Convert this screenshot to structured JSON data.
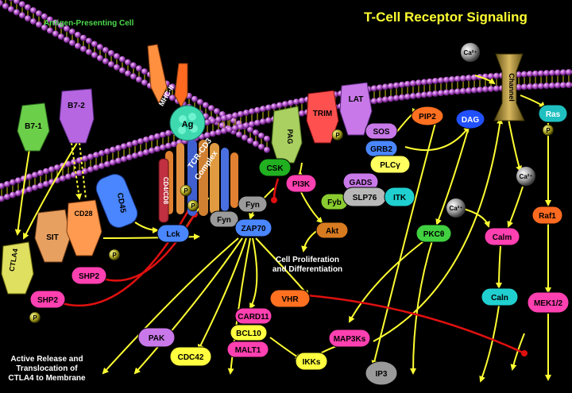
{
  "title": "T-Cell Receptor Signaling",
  "apc_label": "Antigen-Presenting Cell",
  "notes": {
    "proliferation": [
      "Cell Proliferation",
      "and Differentiation"
    ],
    "ctla4_release": [
      "Active Release and",
      "Translocation of",
      "CTLA4  to Membrane"
    ]
  },
  "receptors": {
    "b71": "B7-1",
    "b72": "B7-2",
    "ctla4": "CTLA4",
    "sit": "SIT",
    "cd28": "CD28",
    "cd45": "CD45",
    "mhc": "MHC-II",
    "ag": "Ag",
    "tcr": "TCR-CD3",
    "tcr2": "Complex",
    "cd4": "CD4/CD8",
    "pag": "PAG",
    "trim": "TRIM",
    "lat": "LAT",
    "channel": "Channel"
  },
  "nodes": {
    "shp2_a": "SHP2",
    "shp2_b": "SHP2",
    "lck": "Lck",
    "fyn_a": "Fyn",
    "fyn_b": "Fyn",
    "zap70": "ZAP70",
    "csk": "CSK",
    "pi3k": "PI3K",
    "akt": "Akt",
    "sos": "SOS",
    "grb2": "GRB2",
    "plcg": "PLCγ",
    "gads": "GADS",
    "fyb": "Fyb",
    "slp76": "SLP76",
    "itk": "ITK",
    "pip2": "PIP2",
    "dag": "DAG",
    "ras": "Ras",
    "raf1": "Raf1",
    "mek": "MEK1/2",
    "pkc": "PKCθ",
    "calm": "Calm",
    "caln": "Caln",
    "vhr": "VHR",
    "card11": "CARD11",
    "bcl10": "BCL10",
    "malt1": "MALT1",
    "map3k": "MAP3Ks",
    "ikks": "IKKs",
    "pak": "PAK",
    "cdc42": "CDC42",
    "ip3": "IP3"
  },
  "ions": {
    "ca": "Ca²⁺"
  },
  "phospho": "P"
}
